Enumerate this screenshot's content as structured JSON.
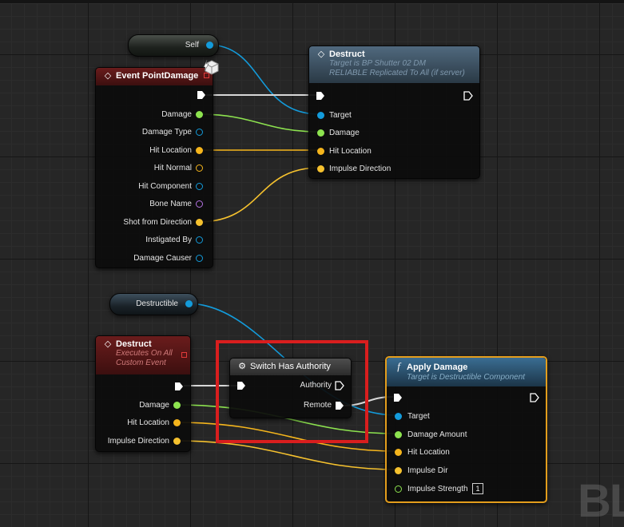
{
  "colors": {
    "object_pin": "#139bdb",
    "float_pin": "#8de34f",
    "vector_pin": "#f5b51c",
    "struct_pin": "#f5c12e",
    "name_pin": "#b674e5",
    "exec_pin": "#ffffff",
    "selection": "#d91e1e",
    "function_outline": "#e39d1c"
  },
  "self_var": {
    "label": "Self"
  },
  "destructible_var": {
    "label": "Destructible"
  },
  "event_point_damage": {
    "title": "Event PointDamage",
    "icon": "event-diamond-icon",
    "pins": [
      "Damage",
      "Damage Type",
      "Hit Location",
      "Hit Normal",
      "Hit Component",
      "Bone Name",
      "Shot from Direction",
      "Instigated By",
      "Damage Causer"
    ]
  },
  "destruct_call": {
    "title": "Destruct",
    "icon": "event-diamond-icon",
    "subtitle1": "Target is BP Shutter 02 DM",
    "subtitle2": "RELIABLE Replicated To All (if server)",
    "pins": [
      "Target",
      "Damage",
      "Hit Location",
      "Impulse Direction"
    ]
  },
  "destruct_event": {
    "title": "Destruct",
    "icon": "event-diamond-icon",
    "subtitle1": "Executes On All",
    "subtitle2": "Custom Event",
    "pins": [
      "Damage",
      "Hit Location",
      "Impulse Direction"
    ]
  },
  "switch_authority": {
    "title": "Switch Has Authority",
    "icon": "gear-icon",
    "outputs": [
      "Authority",
      "Remote"
    ]
  },
  "apply_damage": {
    "title": "Apply Damage",
    "icon": "function-icon",
    "subtitle": "Target is Destructible Component",
    "pins": [
      "Target",
      "Damage Amount",
      "Hit Location",
      "Impulse Dir",
      "Impulse Strength"
    ],
    "impulse_strength_value": "1"
  },
  "watermark": "BL"
}
